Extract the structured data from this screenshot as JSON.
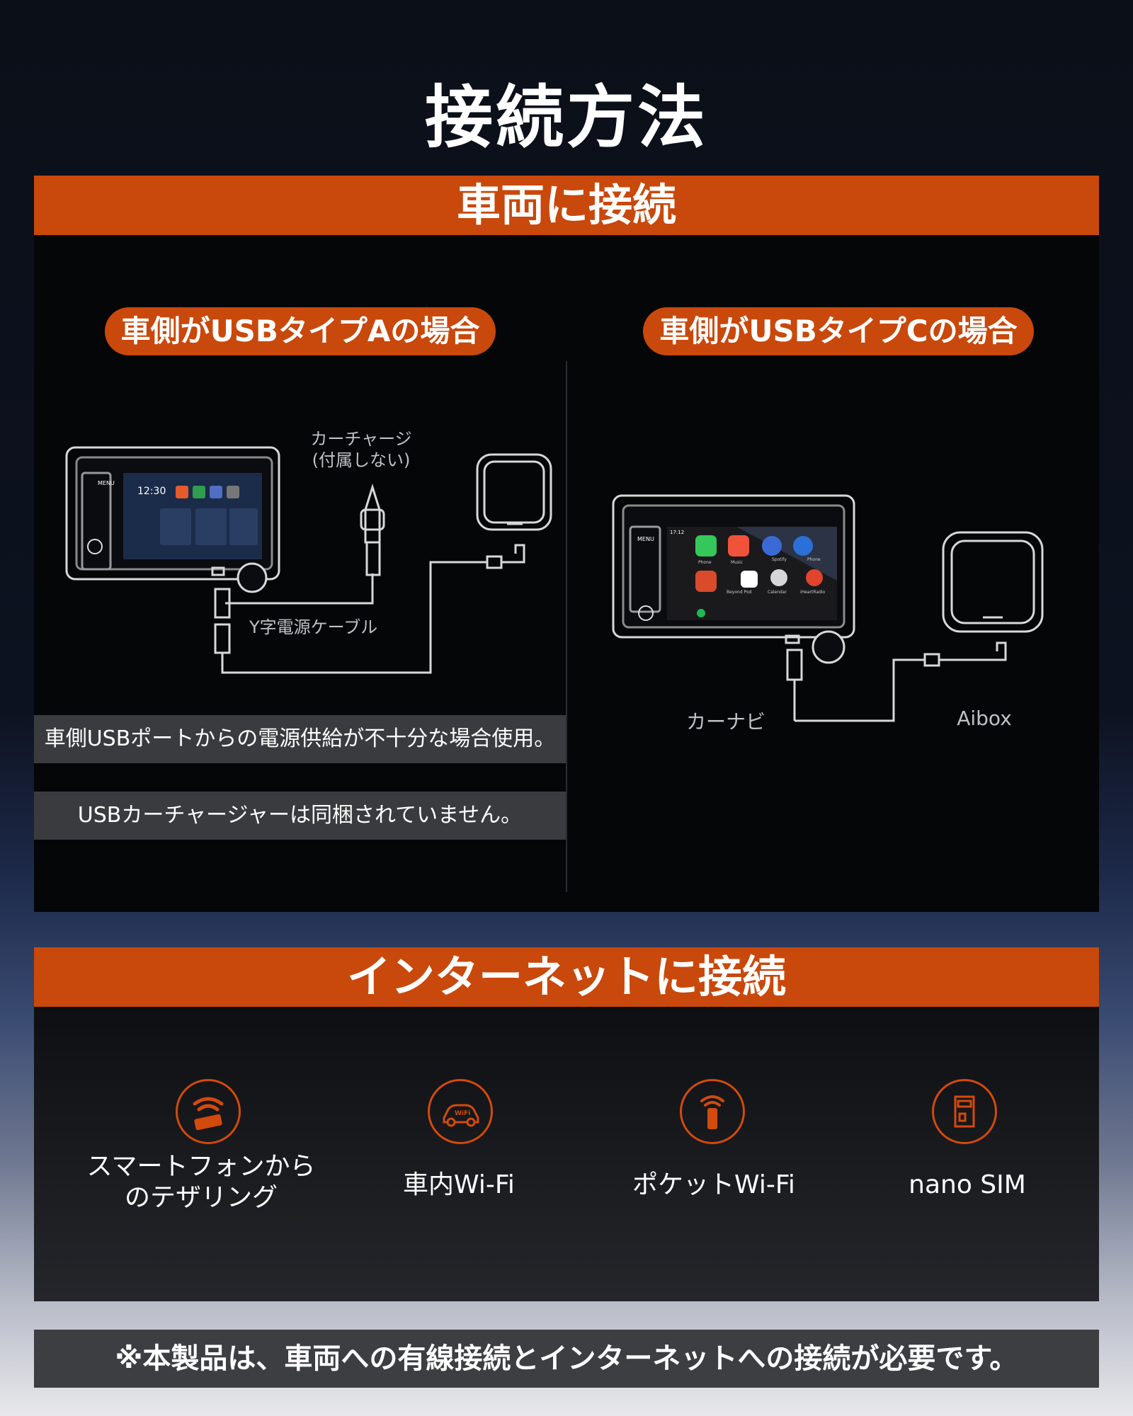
{
  "title": "接続方法",
  "vehicle": {
    "band_title": "車両に接続",
    "type_a_title": "車側がUSBタイプAの場合",
    "type_c_title": "車側がUSBタイプCの場合",
    "charger_label_line1": "カーチャージ",
    "charger_label_line2": "(付属しない)",
    "ycable_label": "Y字電源ケーブル",
    "navi_label": "カーナビ",
    "aibox_label": "Aibox",
    "note1": "車側USBポートからの電源供給が不十分な場合使用。",
    "note2": "USBカーチャージャーは同梱されていません。",
    "screen_a": {
      "menu": "MENU",
      "clock": "12:30"
    },
    "screen_c": {
      "menu": "MENU",
      "clock": "17:12",
      "apps": [
        "Phone",
        "Music",
        "Spotify",
        "Phone",
        "Beyond Pod",
        "Calendar",
        "iHeartRadio"
      ]
    }
  },
  "internet": {
    "band_title": "インターネットに接続",
    "options": [
      {
        "icon": "smartphone-tethering-icon",
        "line1": "スマートフォンから",
        "line2": "のテザリング"
      },
      {
        "icon": "car-wifi-icon",
        "line1": "車内Wi-Fi",
        "line2": ""
      },
      {
        "icon": "pocket-wifi-icon",
        "line1": "ポケットWi-Fi",
        "line2": ""
      },
      {
        "icon": "sim-card-icon",
        "line1": "nano SIM",
        "line2": ""
      }
    ]
  },
  "footer": "※本製品は、車両への有線接続とインターネットへの接続が必要です。",
  "colors": {
    "accent": "#c9480b",
    "note_bg": "#3a3b3e"
  }
}
